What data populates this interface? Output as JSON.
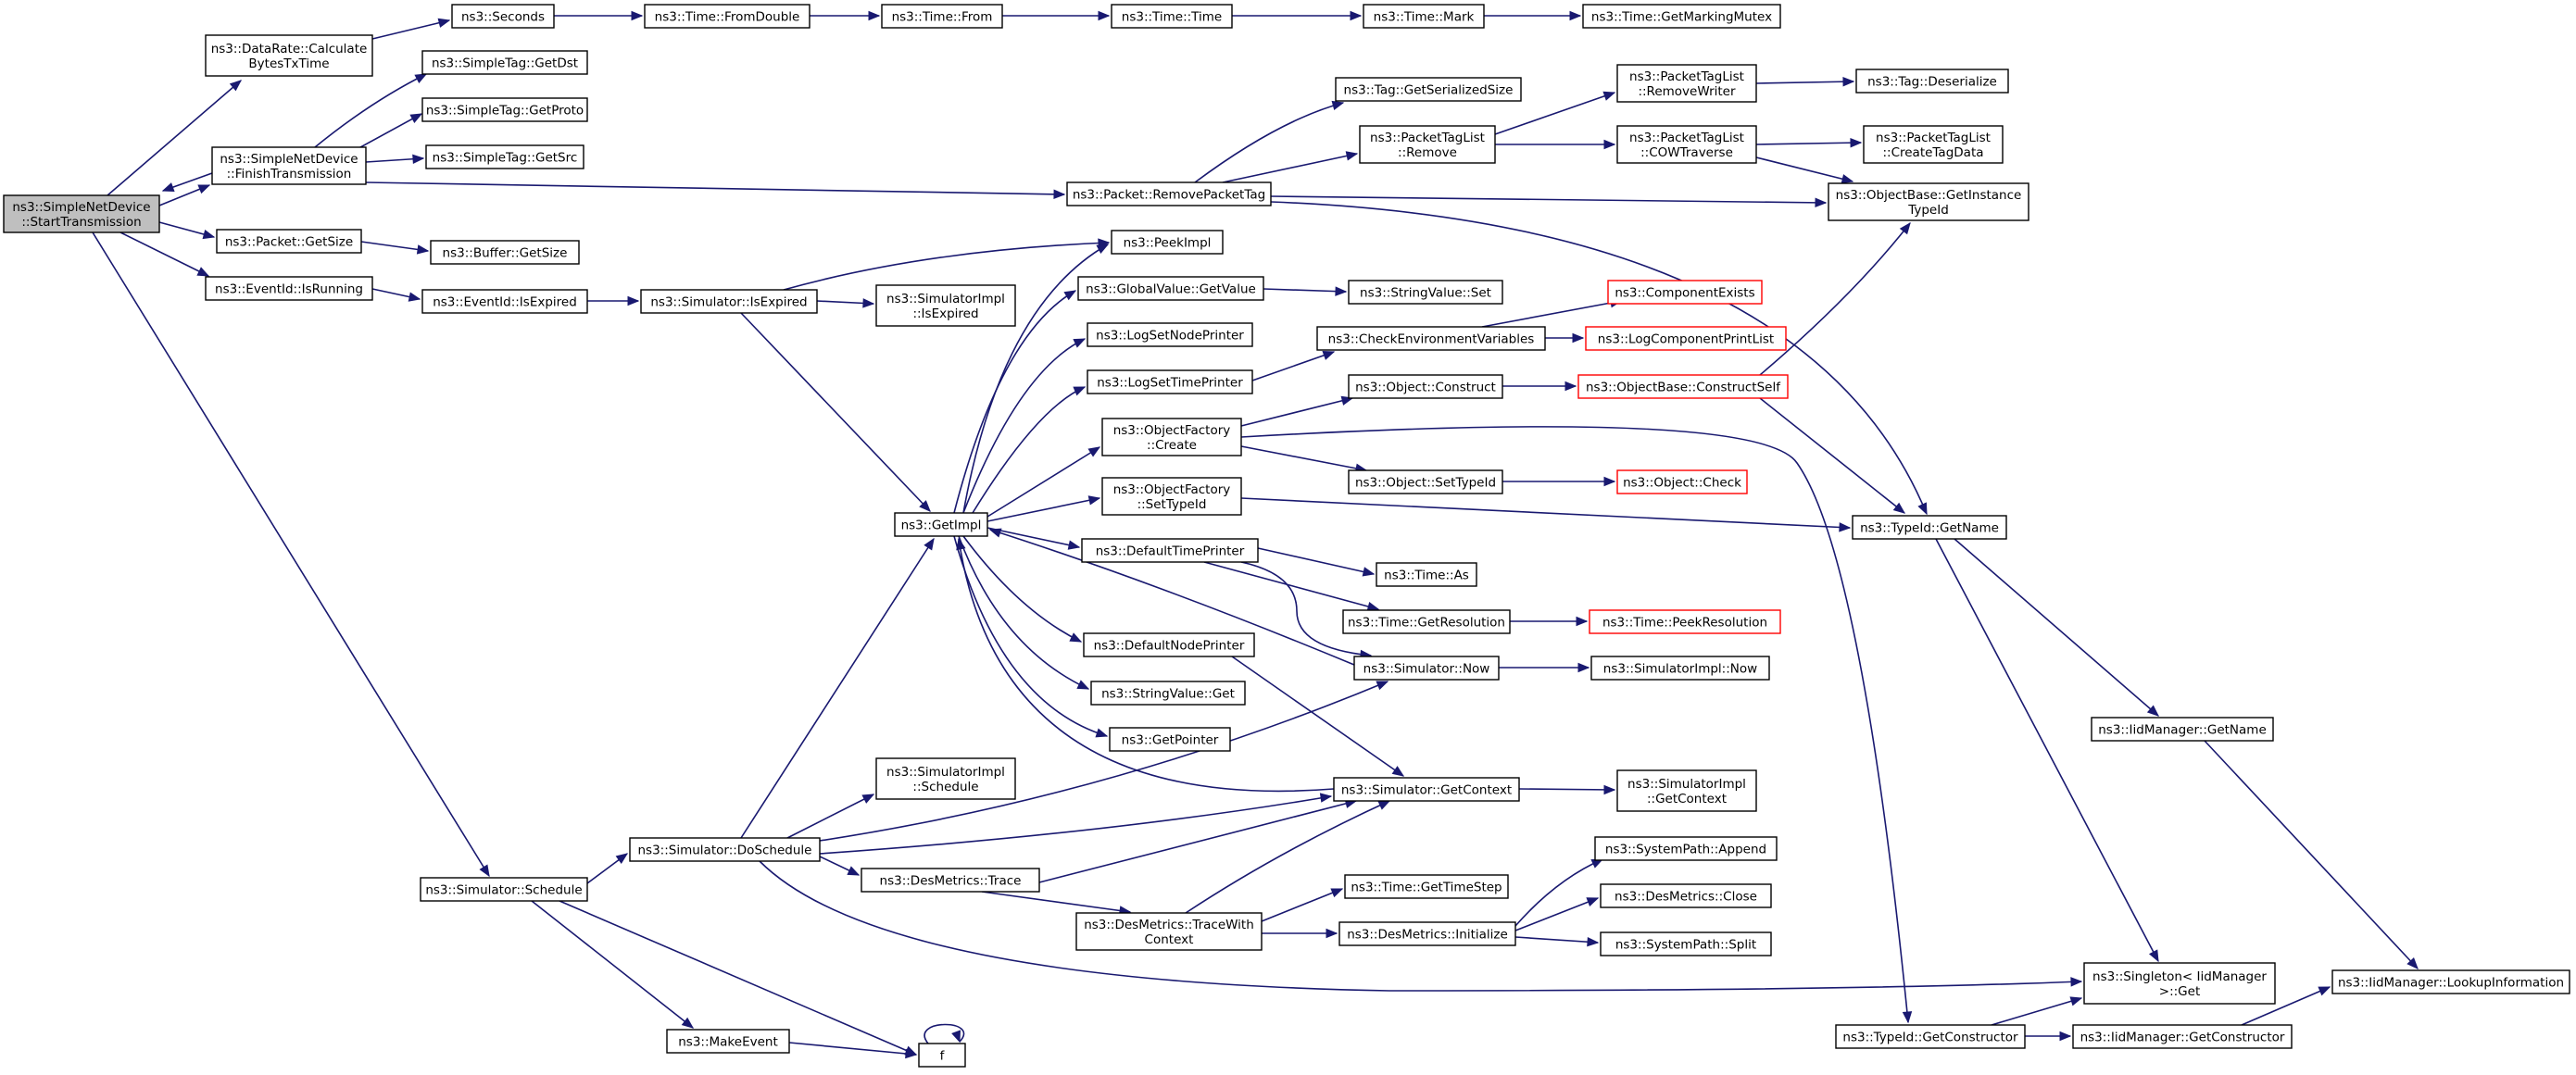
{
  "diagram": {
    "colors": {
      "edge": "#191970",
      "node_border": "#000000",
      "truncated_border": "#ff0000",
      "root_fill": "#bfbfbf",
      "node_fill": "#ffffff"
    },
    "nodes": [
      {
        "id": "start",
        "lines": [
          "ns3::SimpleNetDevice",
          "::StartTransmission"
        ],
        "root": true
      },
      {
        "id": "calcbytes",
        "lines": [
          "ns3::DataRate::Calculate",
          "BytesTxTime"
        ]
      },
      {
        "id": "finish",
        "lines": [
          "ns3::SimpleNetDevice",
          "::FinishTransmission"
        ]
      },
      {
        "id": "pktgetsize",
        "lines": [
          "ns3::Packet::GetSize"
        ]
      },
      {
        "id": "evrunning",
        "lines": [
          "ns3::EventId::IsRunning"
        ]
      },
      {
        "id": "simschedule",
        "lines": [
          "ns3::Simulator::Schedule"
        ]
      },
      {
        "id": "seconds",
        "lines": [
          "ns3::Seconds"
        ]
      },
      {
        "id": "getdst",
        "lines": [
          "ns3::SimpleTag::GetDst"
        ]
      },
      {
        "id": "getproto",
        "lines": [
          "ns3::SimpleTag::GetProto"
        ]
      },
      {
        "id": "getsrc",
        "lines": [
          "ns3::SimpleTag::GetSrc"
        ]
      },
      {
        "id": "bufgetsize",
        "lines": [
          "ns3::Buffer::GetSize"
        ]
      },
      {
        "id": "evexpired",
        "lines": [
          "ns3::EventId::IsExpired"
        ]
      },
      {
        "id": "doschedule",
        "lines": [
          "ns3::Simulator::DoSchedule"
        ]
      },
      {
        "id": "makeevent",
        "lines": [
          "ns3::MakeEvent"
        ]
      },
      {
        "id": "f",
        "lines": [
          "f"
        ]
      },
      {
        "id": "fromdouble",
        "lines": [
          "ns3::Time::FromDouble"
        ]
      },
      {
        "id": "from",
        "lines": [
          "ns3::Time::From"
        ]
      },
      {
        "id": "time",
        "lines": [
          "ns3::Time::Time"
        ]
      },
      {
        "id": "mark",
        "lines": [
          "ns3::Time::Mark"
        ]
      },
      {
        "id": "mutex",
        "lines": [
          "ns3::Time::GetMarkingMutex"
        ]
      },
      {
        "id": "removetag",
        "lines": [
          "ns3::Packet::RemovePacketTag"
        ]
      },
      {
        "id": "simexpired",
        "lines": [
          "ns3::Simulator::IsExpired"
        ]
      },
      {
        "id": "simimplexpired",
        "lines": [
          "ns3::SimulatorImpl",
          "::IsExpired"
        ]
      },
      {
        "id": "simimplschedule",
        "lines": [
          "ns3::SimulatorImpl",
          "::Schedule"
        ]
      },
      {
        "id": "getimpl",
        "lines": [
          "ns3::GetImpl"
        ]
      },
      {
        "id": "peekimpl",
        "lines": [
          "ns3::PeekImpl"
        ]
      },
      {
        "id": "gvgetvalue",
        "lines": [
          "ns3::GlobalValue::GetValue"
        ]
      },
      {
        "id": "lognode",
        "lines": [
          "ns3::LogSetNodePrinter"
        ]
      },
      {
        "id": "logtime",
        "lines": [
          "ns3::LogSetTimePrinter"
        ]
      },
      {
        "id": "ofcreate",
        "lines": [
          "ns3::ObjectFactory",
          "::Create"
        ]
      },
      {
        "id": "ofsettypeid",
        "lines": [
          "ns3::ObjectFactory",
          "::SetTypeId"
        ]
      },
      {
        "id": "deftimeprinter",
        "lines": [
          "ns3::DefaultTimePrinter"
        ]
      },
      {
        "id": "defnodeprinter",
        "lines": [
          "ns3::DefaultNodePrinter"
        ]
      },
      {
        "id": "strvalget",
        "lines": [
          "ns3::StringValue::Get"
        ]
      },
      {
        "id": "getpointer",
        "lines": [
          "ns3::GetPointer"
        ]
      },
      {
        "id": "destrace",
        "lines": [
          "ns3::DesMetrics::Trace"
        ]
      },
      {
        "id": "destracewith",
        "lines": [
          "ns3::DesMetrics::TraceWith",
          "Context"
        ]
      },
      {
        "id": "taggetser",
        "lines": [
          "ns3::Tag::GetSerializedSize"
        ]
      },
      {
        "id": "ptlremove",
        "lines": [
          "ns3::PacketTagList",
          "::Remove"
        ]
      },
      {
        "id": "strvalset",
        "lines": [
          "ns3::StringValue::Set"
        ]
      },
      {
        "id": "checkenv",
        "lines": [
          "ns3::CheckEnvironmentVariables"
        ]
      },
      {
        "id": "objconstruct",
        "lines": [
          "ns3::Object::Construct"
        ]
      },
      {
        "id": "objsettypeid",
        "lines": [
          "ns3::Object::SetTypeId"
        ]
      },
      {
        "id": "timeas",
        "lines": [
          "ns3::Time::As"
        ]
      },
      {
        "id": "timegetres",
        "lines": [
          "ns3::Time::GetResolution"
        ]
      },
      {
        "id": "simnow",
        "lines": [
          "ns3::Simulator::Now"
        ]
      },
      {
        "id": "simgetctx",
        "lines": [
          "ns3::Simulator::GetContext"
        ]
      },
      {
        "id": "timegetstep",
        "lines": [
          "ns3::Time::GetTimeStep"
        ]
      },
      {
        "id": "desinit",
        "lines": [
          "ns3::DesMetrics::Initialize"
        ]
      },
      {
        "id": "ptlremovewriter",
        "lines": [
          "ns3::PacketTagList",
          "::RemoveWriter"
        ]
      },
      {
        "id": "ptlcow",
        "lines": [
          "ns3::PacketTagList",
          "::COWTraverse"
        ]
      },
      {
        "id": "compexists",
        "lines": [
          "ns3::ComponentExists"
        ],
        "truncated": true
      },
      {
        "id": "logcompprint",
        "lines": [
          "ns3::LogComponentPrintList"
        ],
        "truncated": true
      },
      {
        "id": "obconstructself",
        "lines": [
          "ns3::ObjectBase::ConstructSelf"
        ],
        "truncated": true
      },
      {
        "id": "objcheck",
        "lines": [
          "ns3::Object::Check"
        ],
        "truncated": true
      },
      {
        "id": "timepeekres",
        "lines": [
          "ns3::Time::PeekResolution"
        ],
        "truncated": true
      },
      {
        "id": "simimplnow",
        "lines": [
          "ns3::SimulatorImpl::Now"
        ]
      },
      {
        "id": "simimplgetctx",
        "lines": [
          "ns3::SimulatorImpl",
          "::GetContext"
        ]
      },
      {
        "id": "spappend",
        "lines": [
          "ns3::SystemPath::Append"
        ]
      },
      {
        "id": "desclose",
        "lines": [
          "ns3::DesMetrics::Close"
        ]
      },
      {
        "id": "spsplit",
        "lines": [
          "ns3::SystemPath::Split"
        ]
      },
      {
        "id": "tiddeser",
        "lines": [
          "ns3::Tag::Deserialize"
        ]
      },
      {
        "id": "ptlcreatetag",
        "lines": [
          "ns3::PacketTagList",
          "::CreateTagData"
        ]
      },
      {
        "id": "obgetinst",
        "lines": [
          "ns3::ObjectBase::GetInstance",
          "TypeId"
        ]
      },
      {
        "id": "tidgetname",
        "lines": [
          "ns3::TypeId::GetName"
        ]
      },
      {
        "id": "iidgetname",
        "lines": [
          "ns3::IidManager::GetName"
        ]
      },
      {
        "id": "singletonget",
        "lines": [
          "ns3::Singleton< IidManager",
          " >::Get"
        ]
      },
      {
        "id": "tidgetctor",
        "lines": [
          "ns3::TypeId::GetConstructor"
        ]
      },
      {
        "id": "iidgetctor",
        "lines": [
          "ns3::IidManager::GetConstructor"
        ]
      },
      {
        "id": "iidlookup",
        "lines": [
          "ns3::IidManager::LookupInformation"
        ]
      }
    ]
  }
}
